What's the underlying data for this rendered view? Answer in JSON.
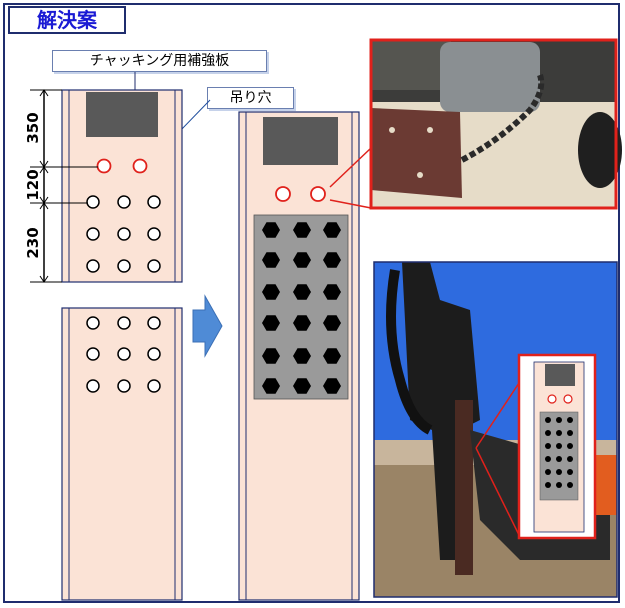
{
  "title": "解決案",
  "labels": {
    "jacking_plate": "チャッキング用補強板",
    "lifting_hole": "吊り穴"
  },
  "dimensions": {
    "top": "350",
    "middle": "120",
    "bottom": "230"
  },
  "colors": {
    "pile_fill": "#fbe3d6",
    "plate_fill": "#595959",
    "hole_red": "#e0211b",
    "highlight_border": "#e0211b",
    "title_text": "#1a1ad4",
    "arrow": "#4f8bd6"
  }
}
